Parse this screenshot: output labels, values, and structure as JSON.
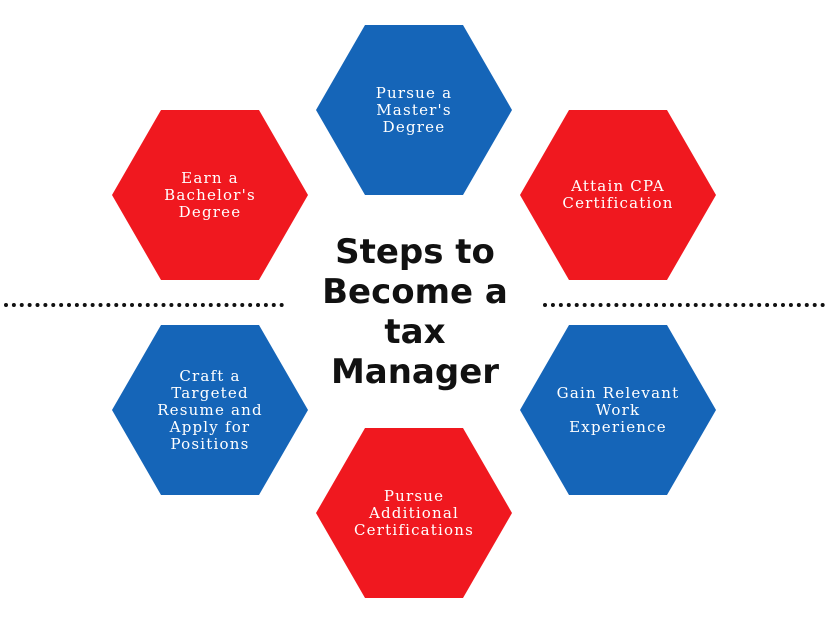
{
  "title": "Steps to\nBecome a\ntax\nManager",
  "colors": {
    "blue": "#1565b8",
    "red": "#f0181f",
    "text": "#ffffff",
    "title": "#111111"
  },
  "steps": [
    {
      "label": "Pursue a\nMaster's Degree",
      "color": "blue"
    },
    {
      "label": "Earn a\nBachelor's\nDegree",
      "color": "red"
    },
    {
      "label": "Attain CPA\nCertification",
      "color": "red"
    },
    {
      "label": "Craft a\nTargeted\nResume and\nApply for\nPositions",
      "color": "blue"
    },
    {
      "label": "Gain Relevant\nWork\nExperience",
      "color": "blue"
    },
    {
      "label": "Pursue\nAdditional\nCertifications",
      "color": "red"
    }
  ]
}
